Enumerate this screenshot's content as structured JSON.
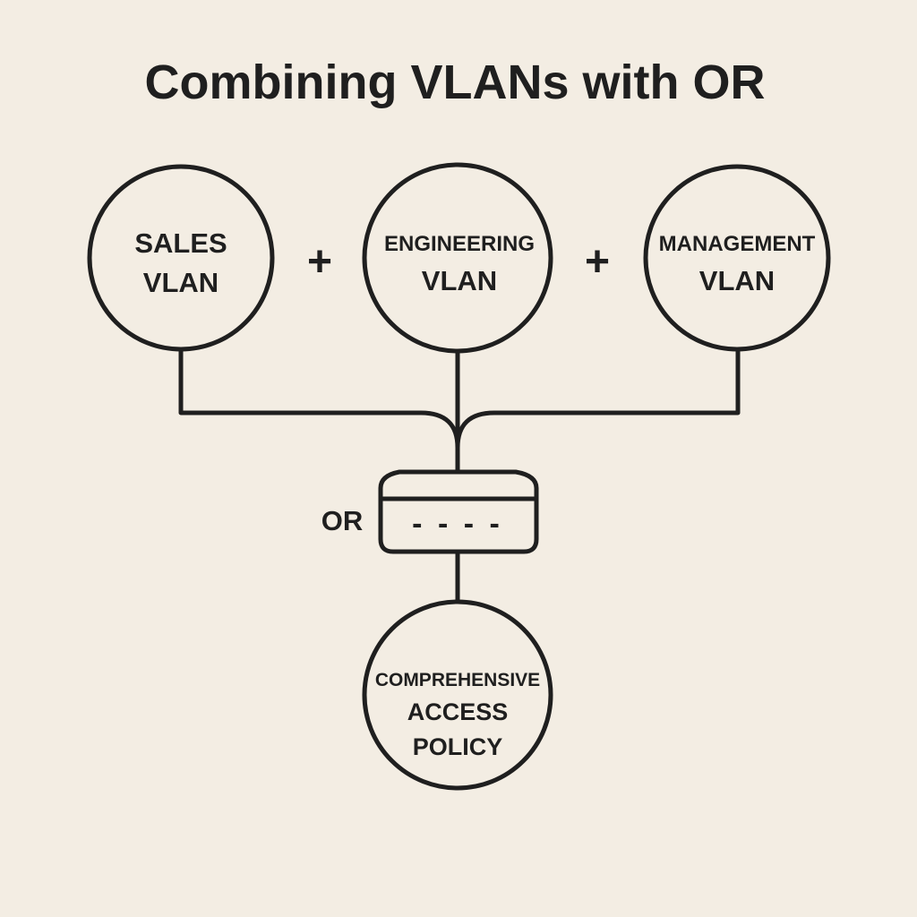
{
  "title": "Combining VLANs with OR",
  "nodes": {
    "sales": {
      "line1": "SALES",
      "line2": "VLAN"
    },
    "engineering": {
      "line1": "ENGINEERING",
      "line2": "VLAN"
    },
    "management": {
      "line1": "MANAGEMENT",
      "line2": "VLAN"
    },
    "result": {
      "line1": "COMPREHENSIVE",
      "line2": "ACCESS",
      "line3": "POLICY"
    }
  },
  "operators": {
    "plus": "+",
    "combiner_label": "OR",
    "combiner_display": "- - - -"
  }
}
